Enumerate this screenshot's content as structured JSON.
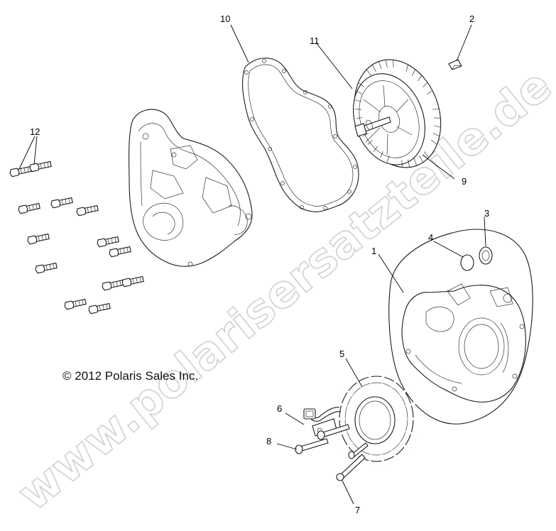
{
  "copyright": "© 2012 Polaris Sales Inc.",
  "watermark": "www.polarisersatzteile.de",
  "callouts": {
    "c1": "1",
    "c2": "2",
    "c3": "3",
    "c4": "4",
    "c5": "5",
    "c6": "6",
    "c7": "7",
    "c8": "8",
    "c9": "9",
    "c10": "10",
    "c11": "11",
    "c12": "12"
  },
  "colors": {
    "line": "#1a1a1a",
    "watermark_outline": "#c8c8c8",
    "background": "#ffffff"
  }
}
